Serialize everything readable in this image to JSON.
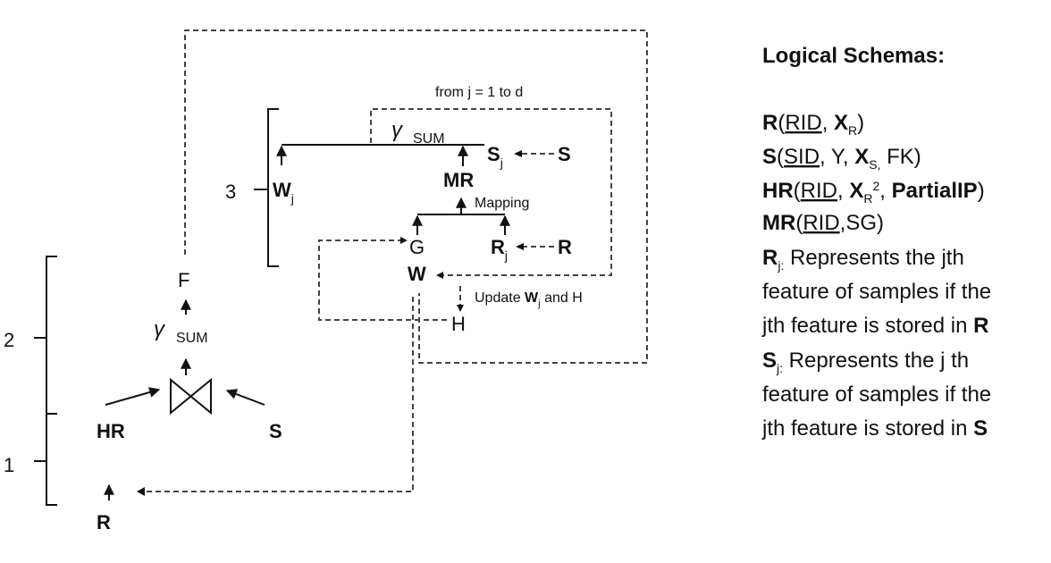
{
  "diagram": {
    "loop_label": "from j = 1 to d",
    "stage_labels": [
      "1",
      "2",
      "3"
    ],
    "nodes": {
      "R_bottom": "R",
      "HR": "HR",
      "S_join": "S",
      "gamma_outer": "γ",
      "sum_outer": "SUM",
      "F": "F",
      "W_j": "W",
      "W_j_sub": "j",
      "gamma_inner": "γ",
      "sum_inner": "SUM",
      "S_j": "S",
      "S_j_sub": "j",
      "S_top_right": "S",
      "MR": "MR",
      "mapping": "Mapping",
      "G": "G",
      "R_j": "R",
      "R_j_sub": "j",
      "R_right": "R",
      "W": "W",
      "update_label_pre": "Update",
      "update_label_W": "W",
      "update_label_sub": "j",
      "update_label_post": "and H",
      "H": "H"
    }
  },
  "schemas": {
    "heading": "Logical Schemas:",
    "r_schema": {
      "rel": "R",
      "open": "(",
      "rid": "RID",
      "comma": ",",
      "x": "X",
      "x_sub": "R",
      "close": ")"
    },
    "s_schema": {
      "rel": "S",
      "open": "(",
      "sid": "SID",
      "rest1": ", Y, ",
      "x": "X",
      "x_sub": "S,",
      "rest2": " FK)"
    },
    "hr_schema": {
      "rel": "HR",
      "open": "(",
      "rid": "RID",
      "comma": ", ",
      "x": "X",
      "x_sub": "R",
      "x_sup": "2",
      "rest": ", ",
      "partial": "PartialIP",
      "close": ")"
    },
    "mr_schema": {
      "rel": "MR",
      "open": "(",
      "rid": "RID",
      "rest": ",SG)"
    },
    "rj_desc": {
      "rel": "R",
      "sub": "j:",
      "line1": " Represents the jth",
      "line2": "feature of samples if the",
      "line3": "jth feature is stored in ",
      "bold_end": "R"
    },
    "sj_desc": {
      "rel": "S",
      "sub": "j:",
      "line1": " Represents the j th",
      "line2": "feature of samples if the",
      "line3": "jth feature is stored in ",
      "bold_end": "S"
    }
  }
}
